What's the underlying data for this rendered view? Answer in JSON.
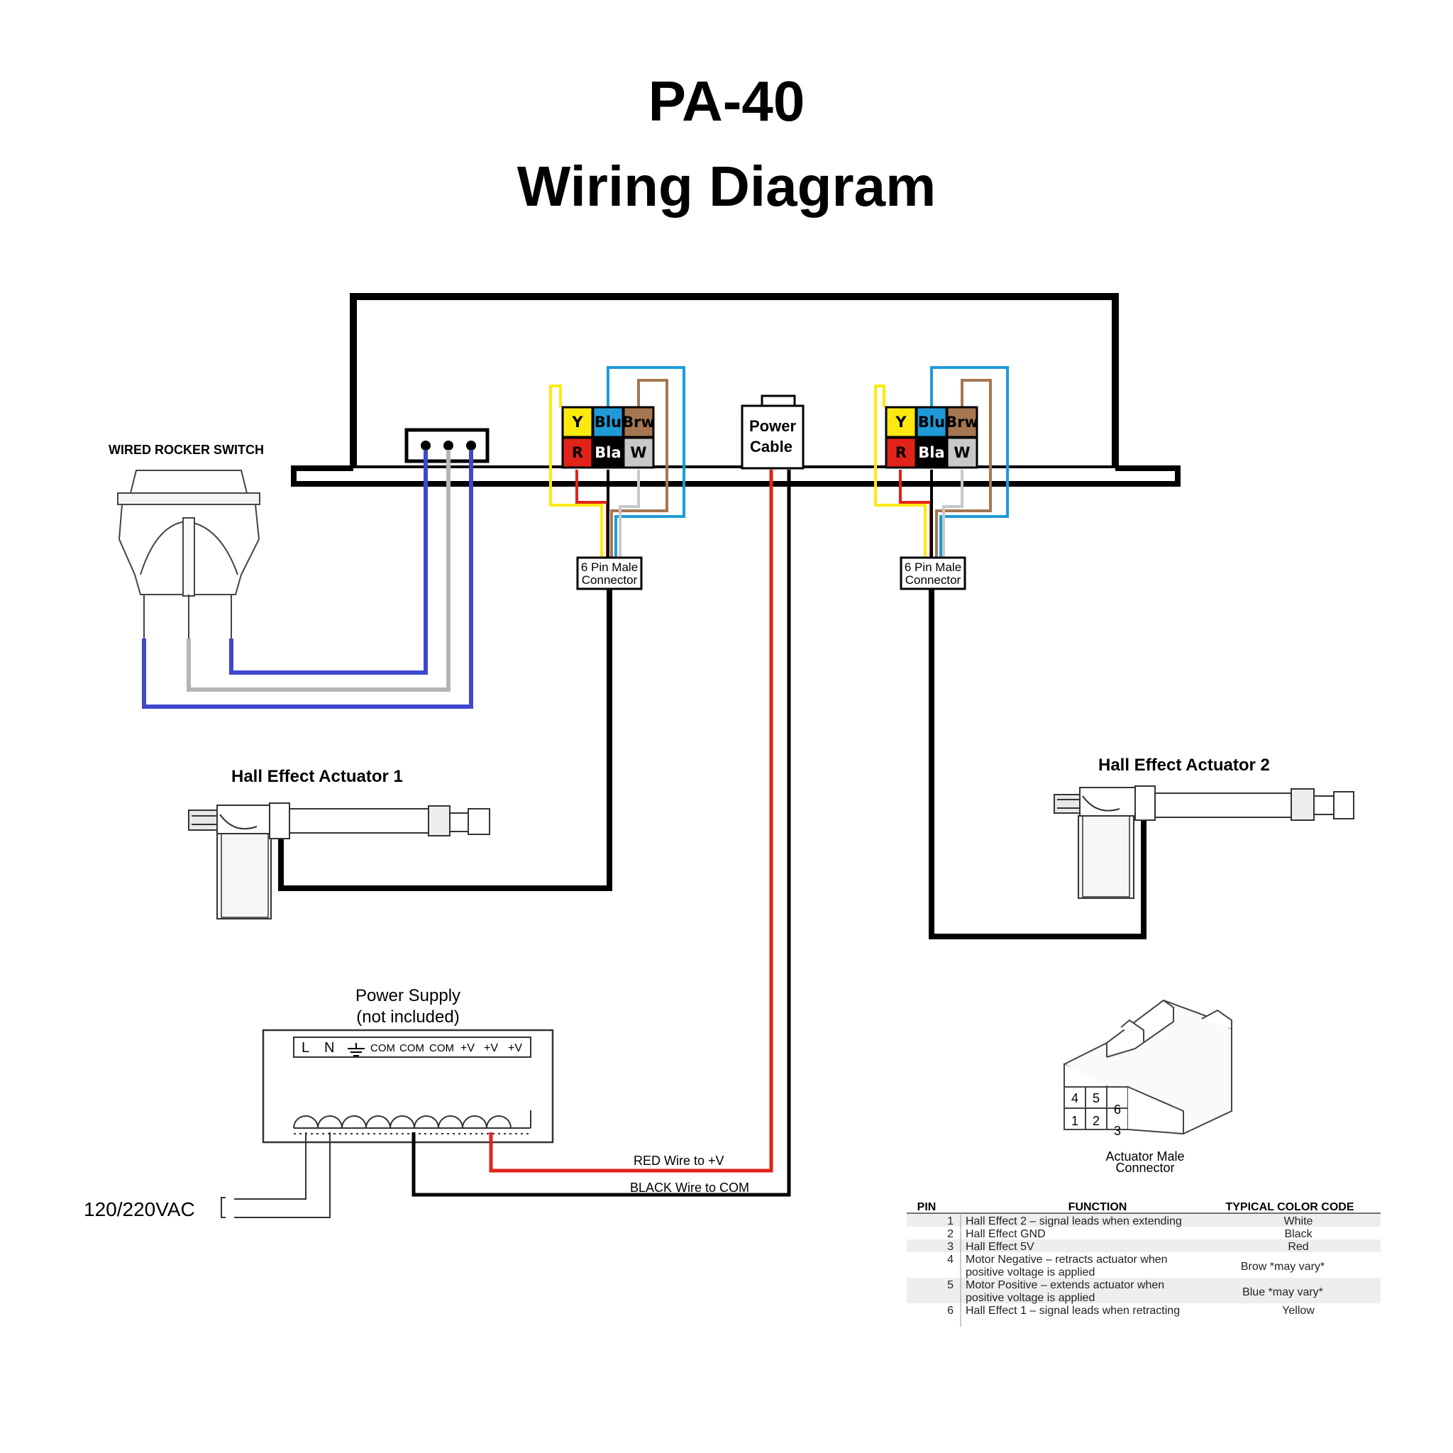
{
  "title": {
    "line1": "PA-40",
    "line2": "Wiring Diagram"
  },
  "rocker_switch": {
    "label": "WIRED ROCKER SWITCH"
  },
  "control_box": {
    "power_cable": {
      "line1": "Power",
      "line2": "Cable"
    },
    "connectors": [
      {
        "pins": [
          "Y",
          "Blu",
          "Brw",
          "R",
          "Bla",
          "W"
        ],
        "label_line1": "6 Pin Male",
        "label_line2": "Connector"
      },
      {
        "pins": [
          "Y",
          "Blu",
          "Brw",
          "R",
          "Bla",
          "W"
        ],
        "label_line1": "6 Pin Male",
        "label_line2": "Connector"
      }
    ]
  },
  "actuators": [
    {
      "label": "Hall Effect Actuator 1"
    },
    {
      "label": "Hall Effect Actuator 2"
    }
  ],
  "power_supply": {
    "title_line1": "Power Supply",
    "title_line2": "(not included)",
    "terminals": [
      "L",
      "N",
      "COM",
      "COM",
      "COM",
      "+V",
      "+V",
      "+V"
    ],
    "input_label": "120/220VAC",
    "red_wire_label": "RED Wire to +V",
    "black_wire_label": "BLACK Wire to COM"
  },
  "male_connector": {
    "label_line1": "Actuator Male",
    "label_line2": "Connector",
    "pin_numbers": [
      "1",
      "2",
      "3",
      "4",
      "5",
      "6"
    ]
  },
  "pin_table": {
    "headers": [
      "PIN",
      "FUNCTION",
      "TYPICAL COLOR CODE"
    ],
    "rows": [
      {
        "pin": "1",
        "function": "Hall Effect 2 – signal leads when extending",
        "function2": "",
        "color": "White"
      },
      {
        "pin": "2",
        "function": "Hall Effect GND",
        "function2": "",
        "color": "Black"
      },
      {
        "pin": "3",
        "function": "Hall Effect 5V",
        "function2": "",
        "color": "Red"
      },
      {
        "pin": "4",
        "function": "Motor Negative – retracts actuator when",
        "function2": "positive voltage is applied",
        "color": "Brow  *may vary*"
      },
      {
        "pin": "5",
        "function": "Motor Positive – extends actuator when",
        "function2": "positive voltage is applied",
        "color": "Blue  *may vary*"
      },
      {
        "pin": "6",
        "function": "Hall Effect 1 – signal leads when retracting",
        "function2": "",
        "color": "Yellow"
      }
    ]
  },
  "colors": {
    "yellow": "#fde910",
    "blue": "#1e9bd7",
    "brown": "#a57650",
    "red": "#e2231a",
    "black": "#000000",
    "white_pin": "#c8c8c8",
    "switch_blue": "#3f48cc",
    "switch_gray": "#b5b5b5"
  }
}
